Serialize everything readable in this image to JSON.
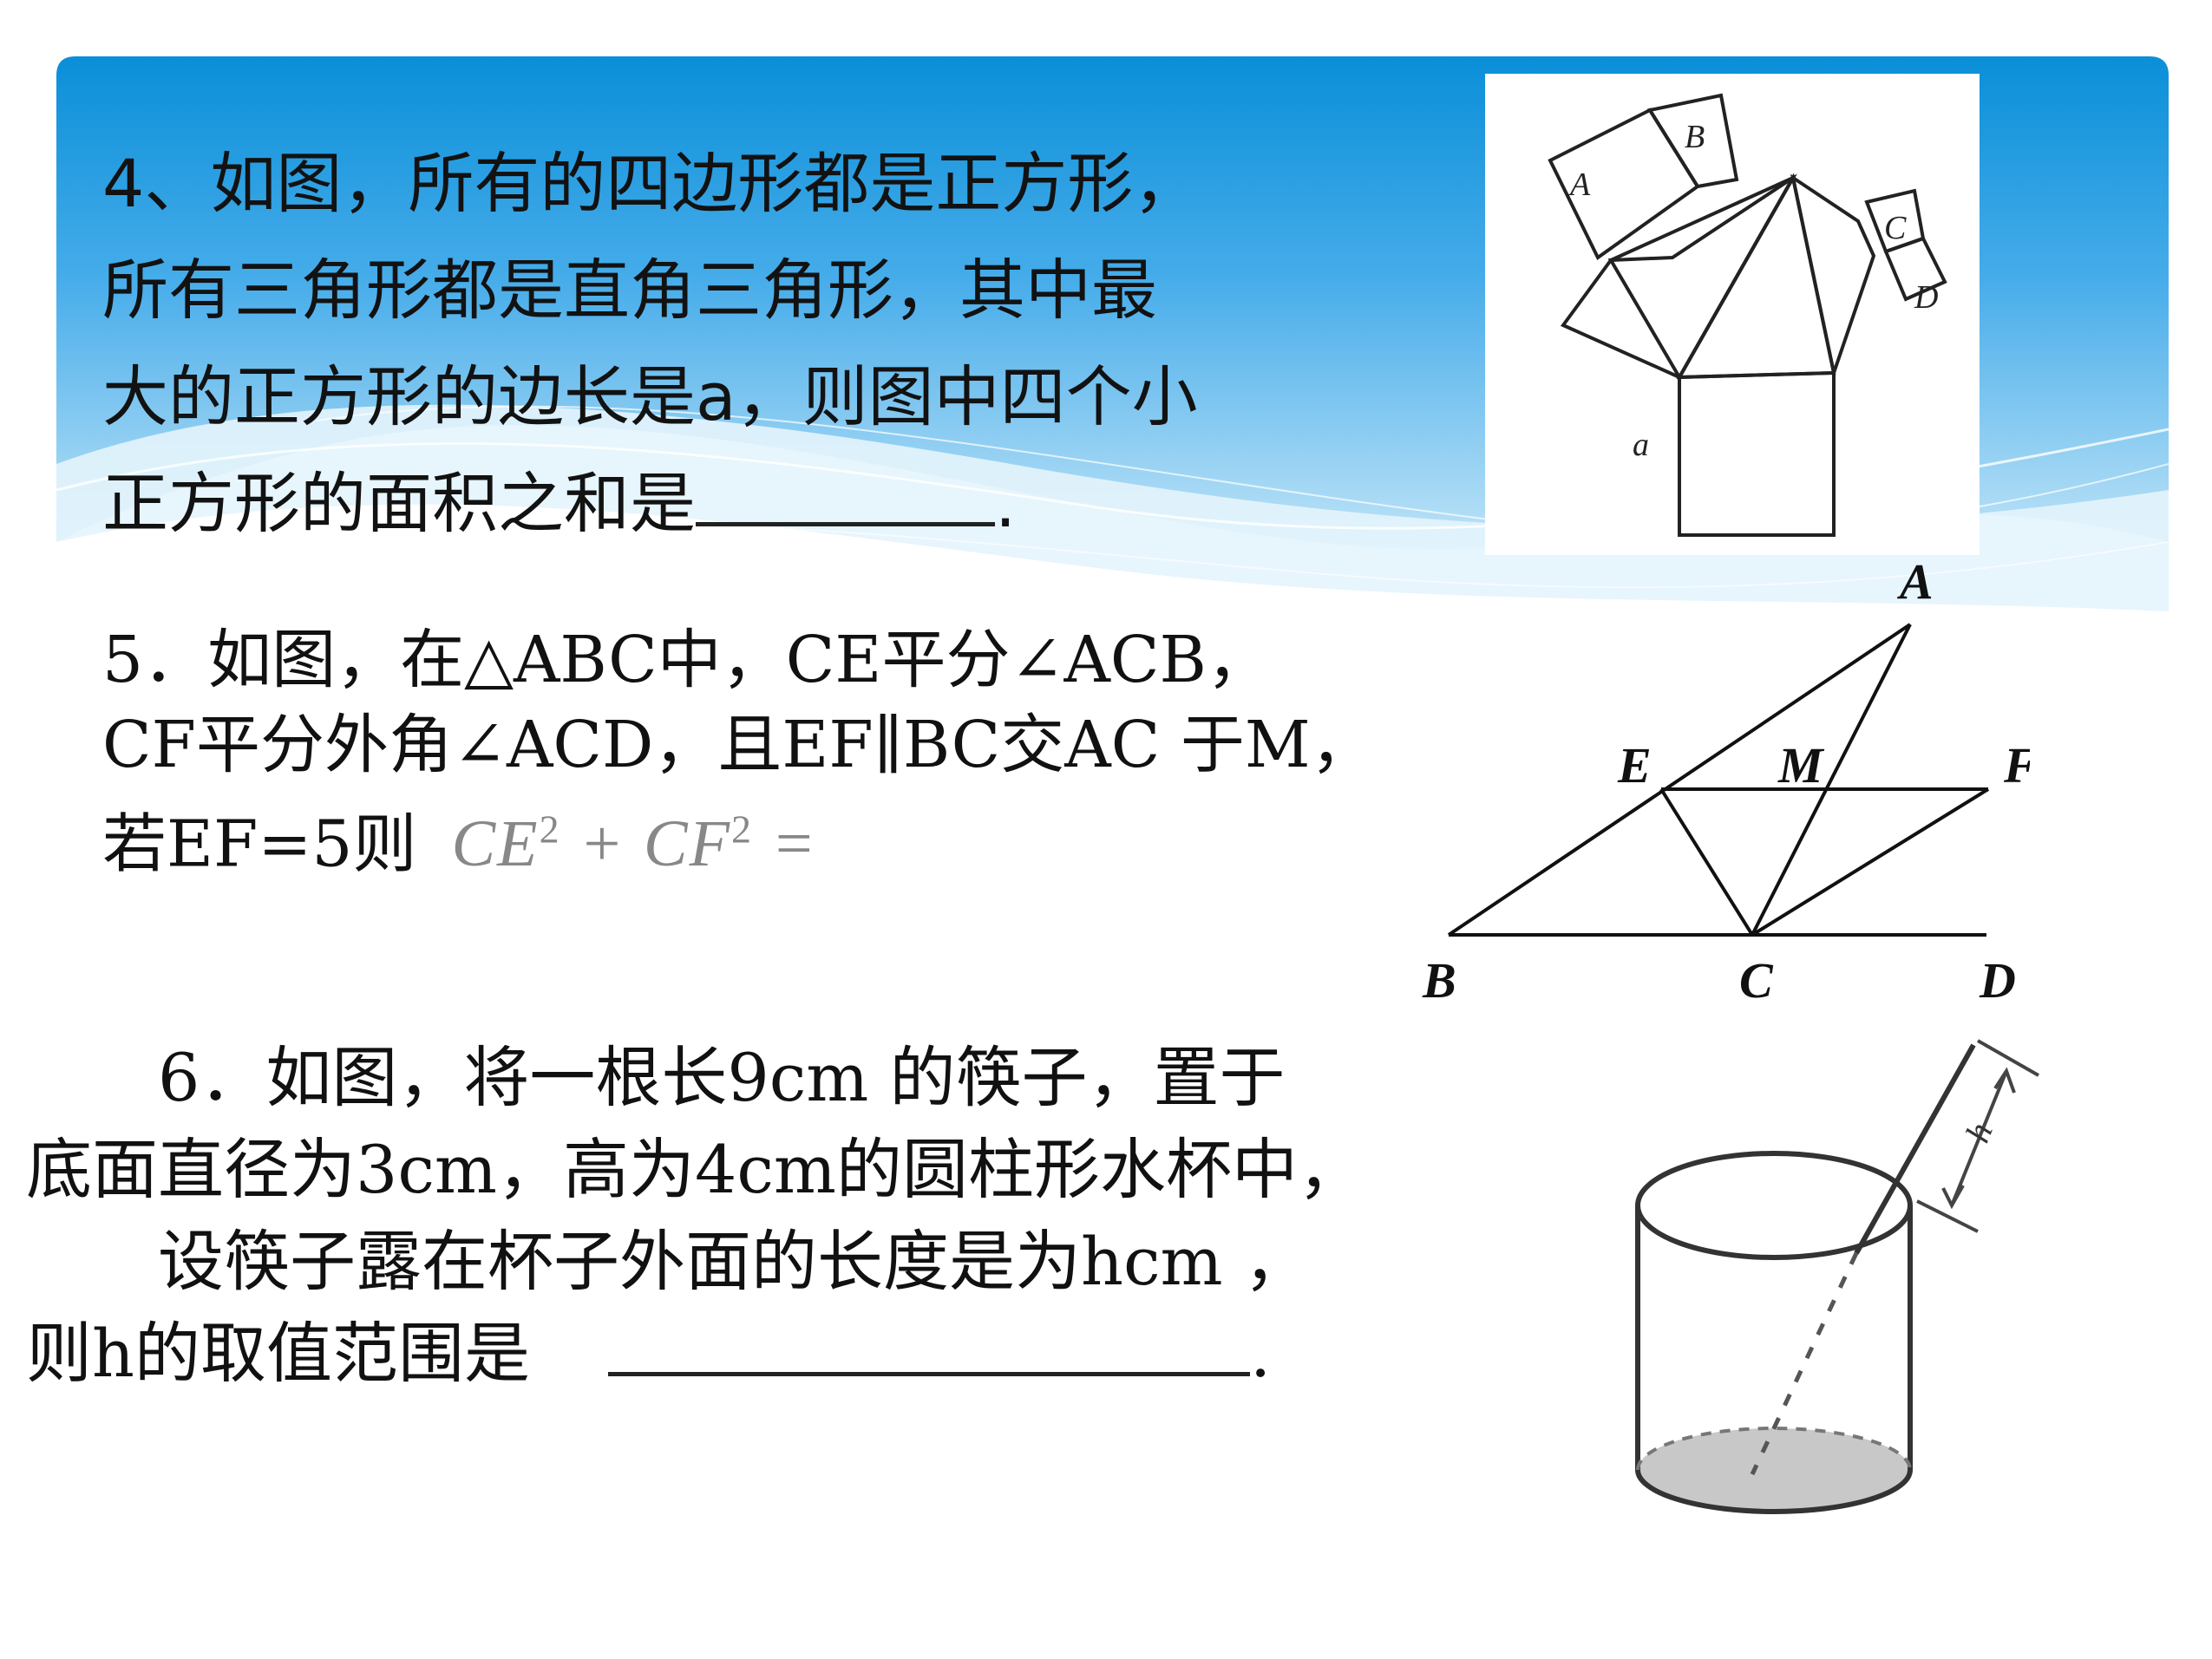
{
  "q4": {
    "lines": [
      "4、如图，所有的四边形都是正方形，",
      "所有三角形都是直角三角形，其中最",
      "大的正方形的边长是a，则图中四个小",
      "正方形的面积之和是"
    ],
    "end": "."
  },
  "q5": {
    "lines": [
      "5．如图，在△ABC中，CE平分∠ACB，",
      "CF平分外角∠ACD，且EF∥BC交AC 于M，",
      "若EF=5则"
    ],
    "formula": {
      "a": "CE",
      "b": "CF",
      "exp": "2",
      "plus": "+",
      "eq": "="
    }
  },
  "q6": {
    "lines": [
      "　　6．如图，将一根长9cm 的筷子，置于",
      "底面直径为3cm，高为4cm的圆柱形水杯中，",
      "　　设筷子露在杯子外面的长度是为hcm ，",
      "则h的取值范围是"
    ],
    "end": "."
  },
  "figure4": {
    "labels": {
      "A": "A",
      "B": "B",
      "C": "C",
      "D": "D",
      "a": "a"
    }
  },
  "figure5": {
    "labels": {
      "A": "A",
      "E": "E",
      "M": "M",
      "F": "F",
      "B": "B",
      "C": "C",
      "D": "D"
    }
  },
  "figure6": {
    "labels": {
      "h": "h"
    }
  },
  "colors": {
    "banner_top": "#0a8fd8",
    "banner_light": "#bfe4f7",
    "text": "#111111"
  }
}
